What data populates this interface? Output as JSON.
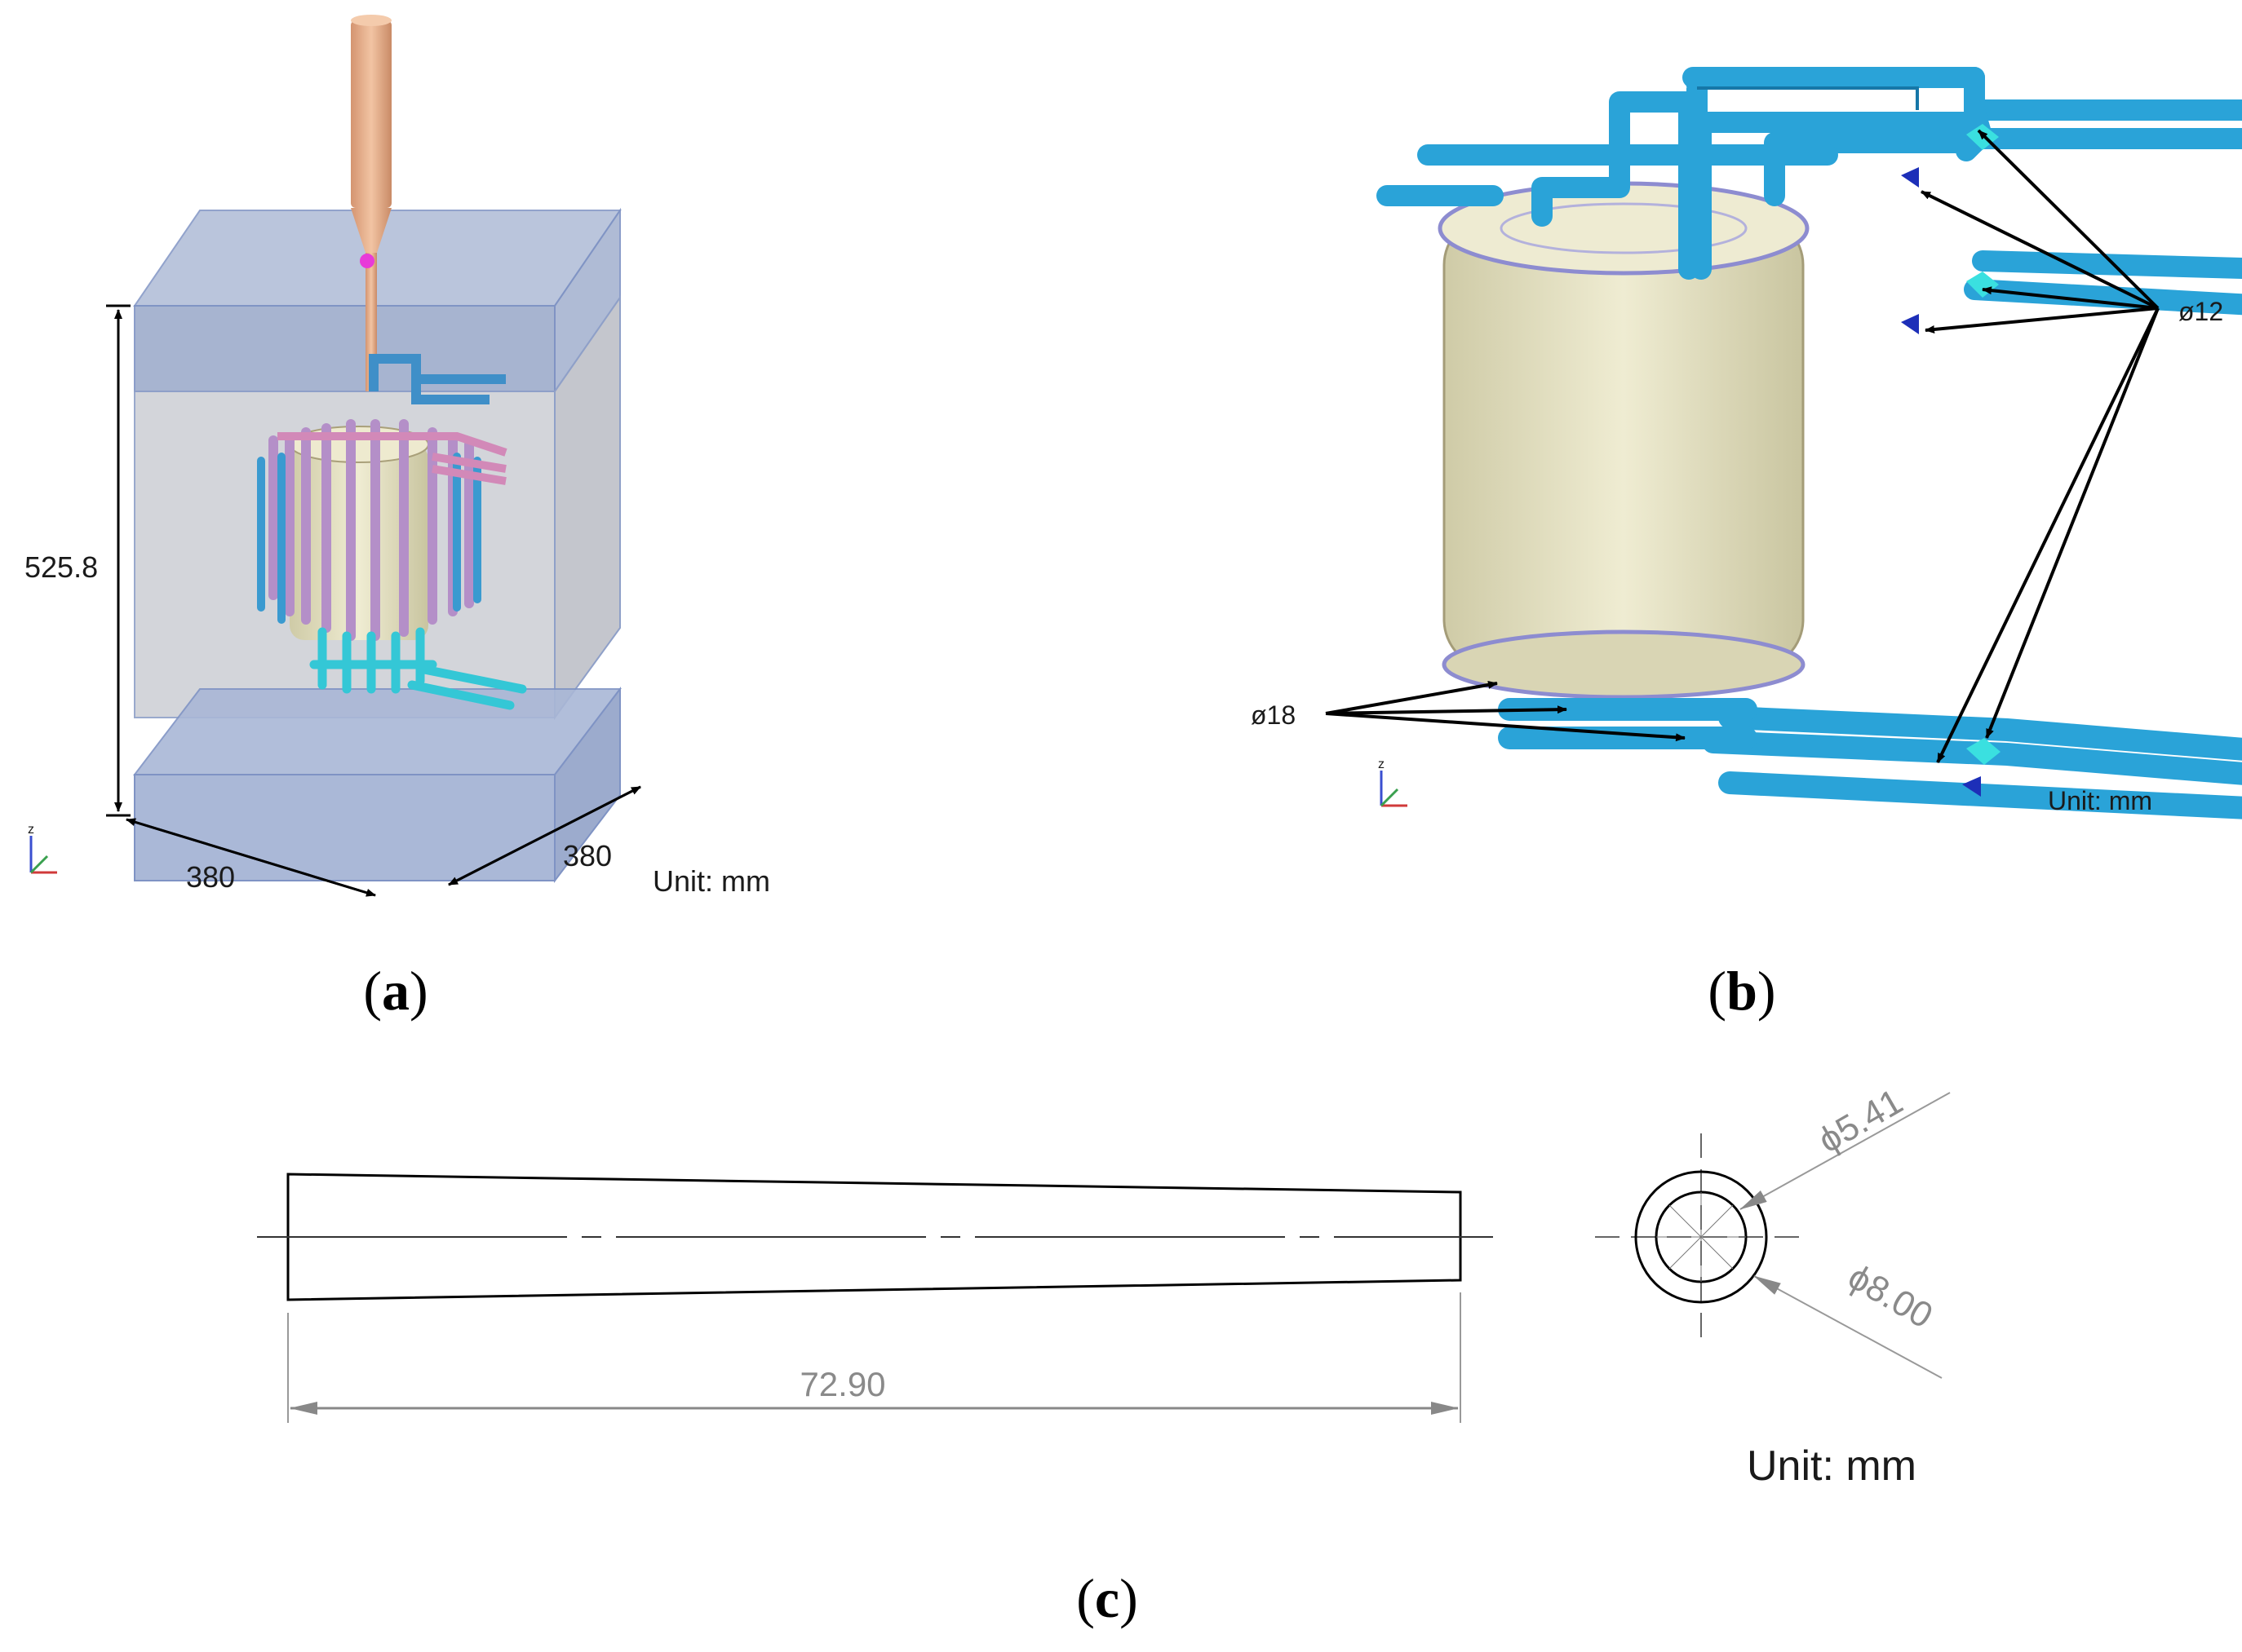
{
  "panel_a": {
    "dim_height": "525.8",
    "dim_width": "380",
    "dim_depth": "380",
    "unit": "Unit: mm",
    "caption_open": "(",
    "caption_letter": "a",
    "caption_close": ")"
  },
  "panel_b": {
    "label_d12": "ø12",
    "label_d18": "ø18",
    "unit": "Unit: mm",
    "caption_open": "(",
    "caption_letter": "b",
    "caption_close": ")"
  },
  "panel_c": {
    "length": "72.90",
    "inner_diameter": "ϕ5.41",
    "outer_diameter": "ϕ8.00",
    "unit": "Unit: mm",
    "caption_open": "(",
    "caption_letter": "c",
    "caption_close": ")"
  },
  "colors": {
    "channel_blue": "#2aa3d8",
    "channel_blue_dark": "#1677a8",
    "channel_pink": "#c88fb8",
    "channel_cyan": "#34c7d6",
    "part_cream": "#e6e3c4",
    "mold_box": "#a9b6cf",
    "nozzle": "#e7b08a",
    "gate_marker": "#e83bd8"
  }
}
